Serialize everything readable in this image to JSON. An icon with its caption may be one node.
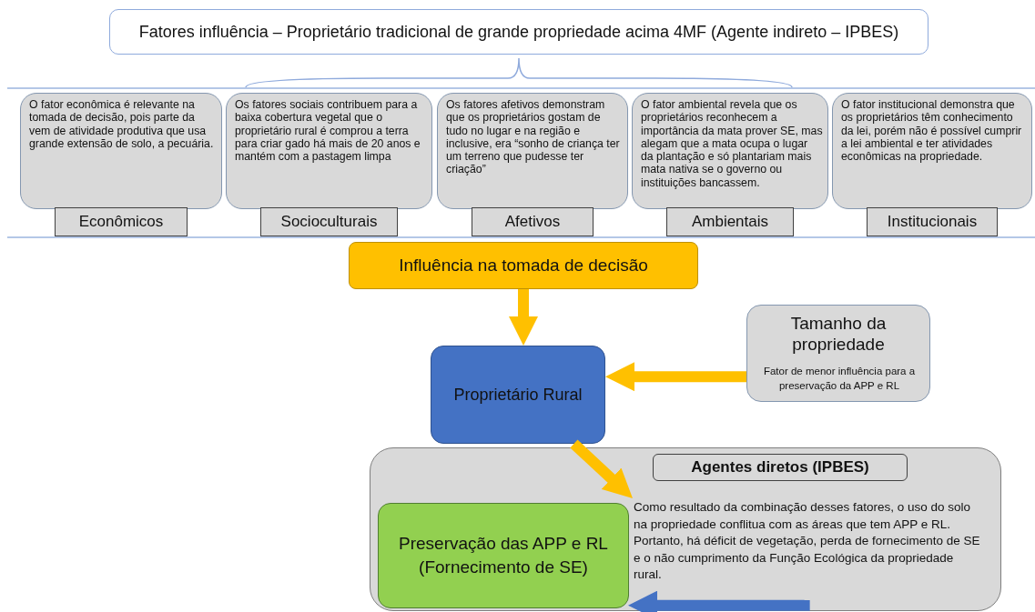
{
  "diagram": {
    "nodes": [
      {
        "text": [
          "Fatores influência – Proprietário tradicional de grande propriedade acima 4MF (Agente indireto – IPBES)"
        ]
      },
      {
        "text": [],
        "shape": "box"
      },
      {
        "text": [
          "O fator econômica é relevante na tomada de decisão, pois parte da vem de atividade produtiva que usa  grande extensão de solo, a pecuária.",
          "Econômicos"
        ],
        "in": 1
      },
      {
        "text": [
          "Os fatores sociais contribuem para a baixa cobertura vegetal que o proprietário rural é comprou a terra para criar gado há mais de 20 anos e mantém com a pastagem limpa",
          "Socioculturais"
        ],
        "in": 1
      },
      {
        "text": [
          "Os fatores afetivos demonstram que os proprietários gostam de tudo no lugar e na região e inclusive, era “sonho de criança ter um terreno que pudesse ter criação”",
          "Afetivos"
        ],
        "in": 1
      },
      {
        "text": [
          "O fator ambiental  revela que os proprietários reconhecem a importância da mata prover SE, mas alegam que a mata ocupa o lugar da plantação e só plantariam mais mata nativa se o governo ou instituições bancassem.",
          "Ambientais"
        ],
        "in": 1
      },
      {
        "text": [
          "O fator institucional demonstra que os proprietários têm conhecimento da lei, porém não é possível cumprir a lei ambiental e ter atividades econômicas na propriedade.",
          "Institucionais"
        ],
        "in": 1
      },
      {
        "text": [
          "Influência na tomada de decisão"
        ]
      },
      {
        "text": [
          "Proprietário Rural"
        ]
      },
      {
        "text": [
          "Tamanho da propriedade",
          "Fator de menor influência para a preservação da APP e RL"
        ]
      },
      {
        "text": [
          "Agentes diretos (IPBES)"
        ]
      },
      {
        "text": [
          "Preservação das APP e RL (Fornecimento de SE)"
        ],
        "in": 10
      },
      {
        "text": [
          "Como resultado da combinação desses fatores, o uso do solo na propriedade conflitua com as áreas que tem APP e RL. Portanto, há déficit de vegetação, perda de fornecimento de SE e o  não cumprimento da Função Ecológica da propriedade rural."
        ],
        "in": 10
      }
    ],
    "edges": [
      {
        "from": 7,
        "to": 8,
        "arrow": "to",
        "color": "#ffc000"
      },
      {
        "from": 9,
        "to": 8,
        "arrow": "to",
        "color": "#ffc000"
      },
      {
        "from": 8,
        "to": 12,
        "arrow": "to",
        "color": "#ffc000"
      },
      {
        "from": 12,
        "to": 11,
        "arrow": "to",
        "color": "#4472c4"
      }
    ]
  }
}
